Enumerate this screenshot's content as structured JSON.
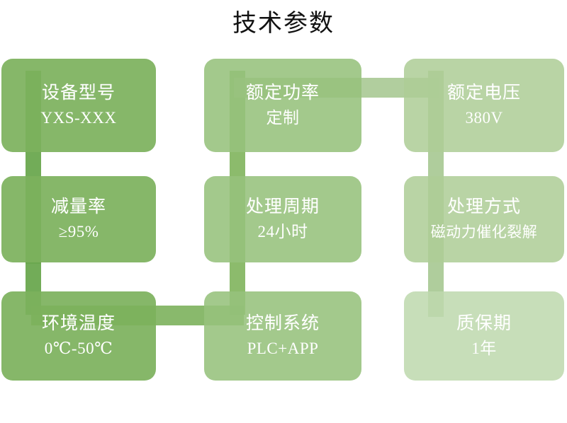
{
  "title": "技术参数",
  "colors": {
    "background": "#ffffff",
    "title_text": "#111111",
    "card_text": "#ffffff",
    "green_dark": "#7cb15c",
    "green_mid": "#96c17c",
    "green_light": "#adcd96",
    "green_pale": "#bed8ad",
    "connector_dark": "#6aa84f",
    "connector_light": "#a8c994"
  },
  "cards": [
    {
      "id": "device-model",
      "label": "设备型号",
      "value": "YXS-XXX"
    },
    {
      "id": "rated-power",
      "label": "额定功率",
      "value": "定制"
    },
    {
      "id": "rated-voltage",
      "label": "额定电压",
      "value": "380V"
    },
    {
      "id": "reduction-rate",
      "label": "减量率",
      "value": "≥95%"
    },
    {
      "id": "processing-cycle",
      "label": "处理周期",
      "value": "24小时"
    },
    {
      "id": "processing-method",
      "label": "处理方式",
      "value": "磁动力催化裂解"
    },
    {
      "id": "ambient-temperature",
      "label": "环境温度",
      "value": "0℃-50℃"
    },
    {
      "id": "control-system",
      "label": "控制系统",
      "value": "PLC+APP"
    },
    {
      "id": "warranty-period",
      "label": "质保期",
      "value": "1年"
    }
  ]
}
